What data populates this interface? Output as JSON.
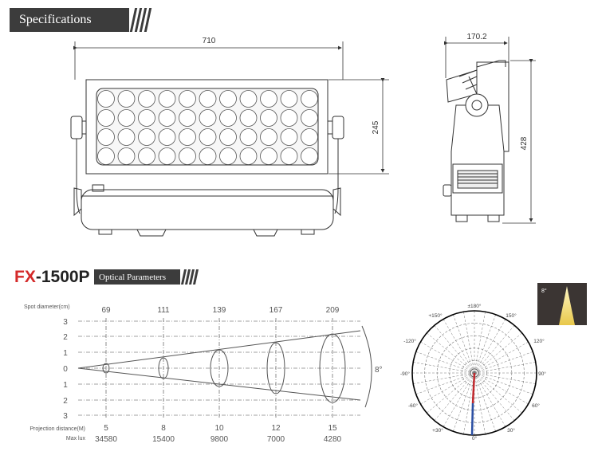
{
  "header": {
    "title": "Specifications"
  },
  "dimensions": {
    "width": "710",
    "height": "245",
    "depth": "170.2",
    "total_height": "428"
  },
  "product": {
    "model_prefix": "FX",
    "model_suffix": "-1500P",
    "section_title": "Optical Parameters"
  },
  "beam_chart": {
    "spot_label": "Spot diameter(cm)",
    "spot_values": [
      "69",
      "111",
      "139",
      "167",
      "209"
    ],
    "y_ticks": [
      "3",
      "2",
      "1",
      "0",
      "1",
      "2",
      "3"
    ],
    "distance_label": "Projection distance(M)",
    "distances": [
      "5",
      "8",
      "10",
      "12",
      "15"
    ],
    "lux_label": "Max lux",
    "lux_values": [
      "34580",
      "15400",
      "9800",
      "7000",
      "4280"
    ],
    "beam_angle": "8°"
  },
  "beam_icon": {
    "angle": "8°"
  },
  "polar_chart": {
    "labels": [
      "±180°",
      "+150°",
      "150°",
      "-120°",
      "120°",
      "-90°",
      "90°",
      "-60°",
      "60°",
      "+30°",
      "0°",
      "30°"
    ],
    "line_colors": {
      "upper": "#c0282d",
      "lower": "#2b4fa3"
    }
  },
  "colors": {
    "banner": "#3c3c3c",
    "accent_red": "#d42a2a",
    "line": "#333333"
  }
}
